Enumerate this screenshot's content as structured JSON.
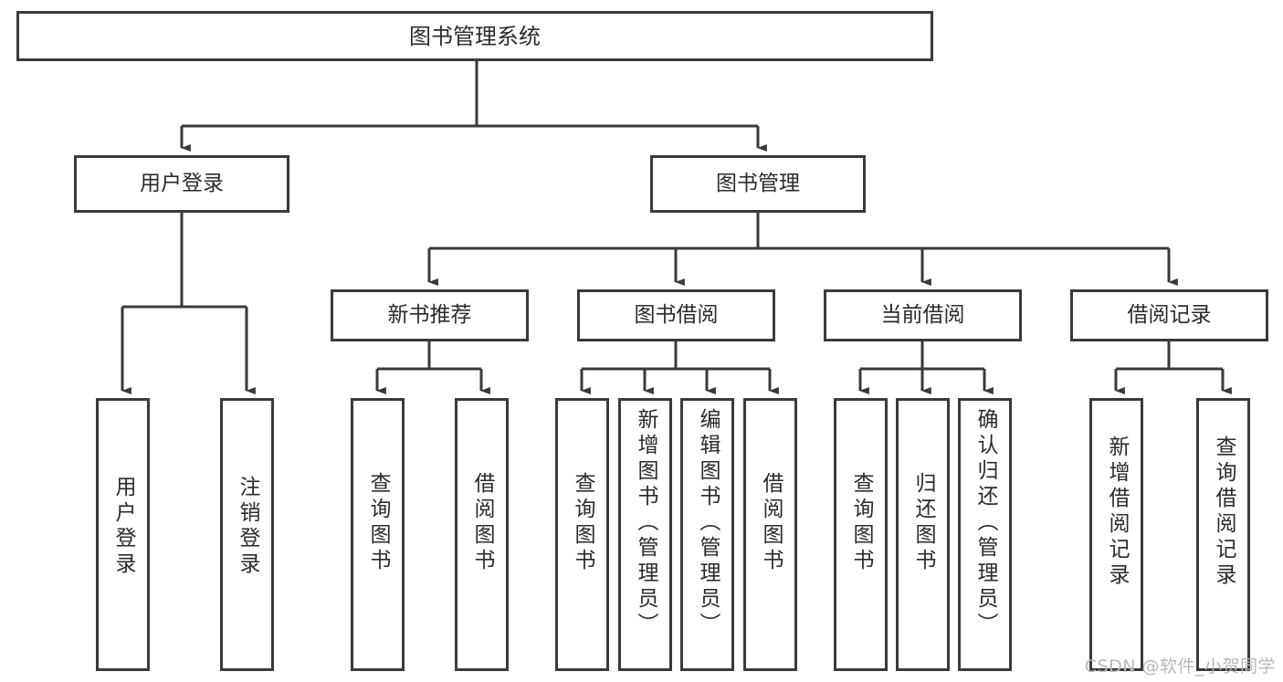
{
  "diagram": {
    "type": "tree-hierarchy",
    "title": "图书管理系统",
    "root": {
      "id": "root",
      "label": "图书管理系统"
    },
    "level2": [
      {
        "id": "user-login",
        "label": "用户登录"
      },
      {
        "id": "book-management",
        "label": "图书管理"
      }
    ],
    "level3": [
      {
        "id": "new-book-recommend",
        "label": "新书推荐",
        "parent": "book-management"
      },
      {
        "id": "book-borrow",
        "label": "图书借阅",
        "parent": "book-management"
      },
      {
        "id": "current-borrow",
        "label": "当前借阅",
        "parent": "book-management"
      },
      {
        "id": "borrow-record",
        "label": "借阅记录",
        "parent": "book-management"
      }
    ],
    "leaves": [
      {
        "id": "leaf-user-login",
        "label": "用户登录",
        "parent": "user-login"
      },
      {
        "id": "leaf-user-logout",
        "label": "注销登录",
        "parent": "user-login"
      },
      {
        "id": "leaf-query-book-1",
        "label": "查询图书",
        "parent": "new-book-recommend"
      },
      {
        "id": "leaf-borrow-book-1",
        "label": "借阅图书",
        "parent": "new-book-recommend"
      },
      {
        "id": "leaf-query-book-2",
        "label": "查询图书",
        "parent": "book-borrow"
      },
      {
        "id": "leaf-add-book",
        "label": "新增图书（管理员）",
        "parent": "book-borrow"
      },
      {
        "id": "leaf-edit-book",
        "label": "编辑图书（管理员）",
        "parent": "book-borrow"
      },
      {
        "id": "leaf-borrow-book-2",
        "label": "借阅图书",
        "parent": "book-borrow"
      },
      {
        "id": "leaf-query-book-3",
        "label": "查询图书",
        "parent": "current-borrow"
      },
      {
        "id": "leaf-return-book",
        "label": "归还图书",
        "parent": "current-borrow"
      },
      {
        "id": "leaf-confirm-return",
        "label": "确认归还（管理员）",
        "parent": "current-borrow"
      },
      {
        "id": "leaf-add-record",
        "label": "新增借阅记录",
        "parent": "borrow-record"
      },
      {
        "id": "leaf-query-record",
        "label": "查询借阅记录",
        "parent": "borrow-record"
      }
    ]
  },
  "watermark": {
    "text": "CSDN @软件_小贺同学"
  },
  "colors": {
    "stroke": "#3a3a3a",
    "text": "#2b2b2b",
    "background": "#ffffff",
    "watermark": "#b9b9b9"
  }
}
